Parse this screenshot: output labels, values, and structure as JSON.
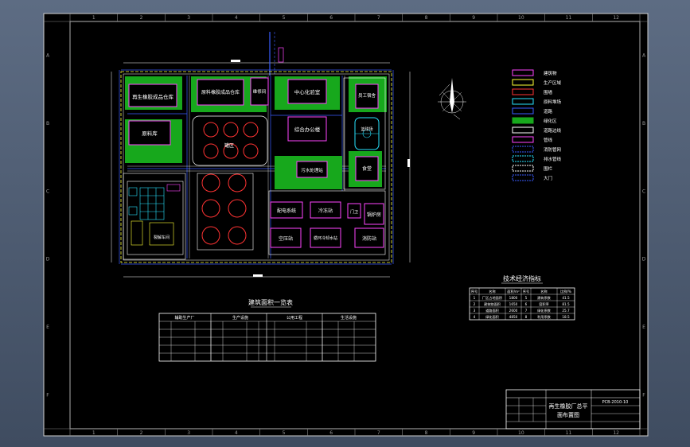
{
  "border": {
    "columns": [
      "1",
      "2",
      "3",
      "4",
      "5",
      "6",
      "7",
      "8",
      "9",
      "10",
      "11",
      "12"
    ],
    "rows": [
      "A",
      "B",
      "C",
      "D",
      "E",
      "F"
    ]
  },
  "plan": {
    "buildings": [
      {
        "id": "b1",
        "label": "再生橡胶成品仓库"
      },
      {
        "id": "b2",
        "label": "原料橡胶成品仓库"
      },
      {
        "id": "b3",
        "label": "维修间"
      },
      {
        "id": "b4",
        "label": "中心化验室"
      },
      {
        "id": "b5",
        "label": "员工宿舍"
      },
      {
        "id": "b6",
        "label": "原料库"
      },
      {
        "id": "b7",
        "label": "罐区"
      },
      {
        "id": "b8",
        "label": "综合办公楼"
      },
      {
        "id": "b9",
        "label": "篮球场"
      },
      {
        "id": "b10",
        "label": "污水处理站"
      },
      {
        "id": "b11",
        "label": "食堂"
      },
      {
        "id": "b12",
        "label": "配电系统"
      },
      {
        "id": "b13",
        "label": "冷冻站"
      },
      {
        "id": "b14",
        "label": "锅炉房"
      },
      {
        "id": "b15",
        "label": "空压站"
      },
      {
        "id": "b16",
        "label": "循环冷却水站"
      },
      {
        "id": "b17",
        "label": "消防站"
      },
      {
        "id": "b18",
        "label": "裂解车间"
      },
      {
        "id": "b19",
        "label": "门卫"
      }
    ]
  },
  "legend": {
    "items": [
      "建筑物",
      "生产区域",
      "围墙",
      "原料堆场",
      "道路",
      "绿化区",
      "道路边线",
      "管线",
      "消防管网",
      "排水管线",
      "围栏",
      "大门"
    ]
  },
  "main_table": {
    "title": "建筑面积一览表",
    "groups": [
      "辅助生产厂",
      "生产设施",
      "公用工程",
      "生活设施"
    ]
  },
  "tech_table": {
    "title": "技术经济指标",
    "header": [
      "序号",
      "名称",
      "面积/m²",
      "序号",
      "名称",
      "比例/%"
    ],
    "rows": [
      [
        "1",
        "厂区占地面积",
        "1800",
        "5",
        "建筑系数",
        "41.5"
      ],
      [
        "2",
        "建筑物面积",
        "1650",
        "6",
        "容积率",
        "81.5"
      ],
      [
        "3",
        "道路面积",
        "2600",
        "7",
        "绿化系数",
        "25.7"
      ],
      [
        "4",
        "绿化面积",
        "4850",
        "8",
        "利用系数",
        "18.5"
      ]
    ]
  },
  "title_block": {
    "title_line1": "再生橡胶厂总平",
    "title_line2": "面布置图",
    "drawing_no": "PCB-2010-10"
  }
}
